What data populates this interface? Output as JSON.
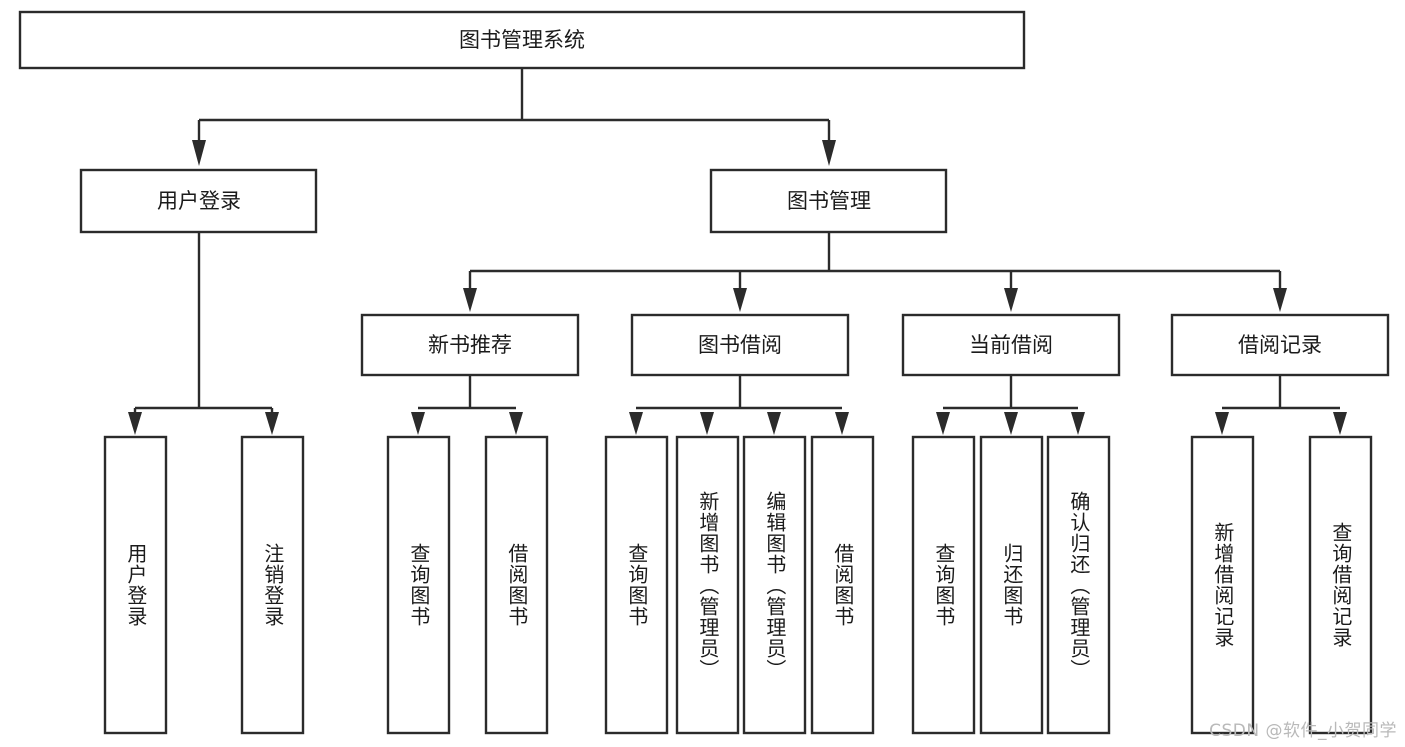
{
  "diagram": {
    "title": "图书管理系统",
    "type": "tree",
    "orientation": "top-down",
    "colors": {
      "box_stroke": "#2b2b2b",
      "box_fill": "#ffffff",
      "text": "#1b1b1b",
      "connector": "#2b2b2b",
      "background": "#ffffff",
      "watermark": "#b9b9b9"
    },
    "root": {
      "label": "图书管理系统"
    },
    "level2": [
      {
        "label": "用户登录"
      },
      {
        "label": "图书管理"
      }
    ],
    "level3": [
      {
        "label": "新书推荐"
      },
      {
        "label": "图书借阅"
      },
      {
        "label": "当前借阅"
      },
      {
        "label": "借阅记录"
      }
    ],
    "leaves": {
      "user_login": [
        {
          "label": "用户登录"
        },
        {
          "label": "注销登录"
        }
      ],
      "new_book_recommend": [
        {
          "label": "查询图书"
        },
        {
          "label": "借阅图书"
        }
      ],
      "book_borrow": [
        {
          "label": "查询图书"
        },
        {
          "label": "新增图书（管理员）"
        },
        {
          "label": "编辑图书（管理员）"
        },
        {
          "label": "借阅图书"
        }
      ],
      "current_borrow": [
        {
          "label": "查询图书"
        },
        {
          "label": "归还图书"
        },
        {
          "label": "确认归还（管理员）"
        }
      ],
      "borrow_record": [
        {
          "label": "新增借阅记录"
        },
        {
          "label": "查询借阅记录"
        }
      ]
    },
    "watermark": "CSDN @软件_小贺同学"
  }
}
